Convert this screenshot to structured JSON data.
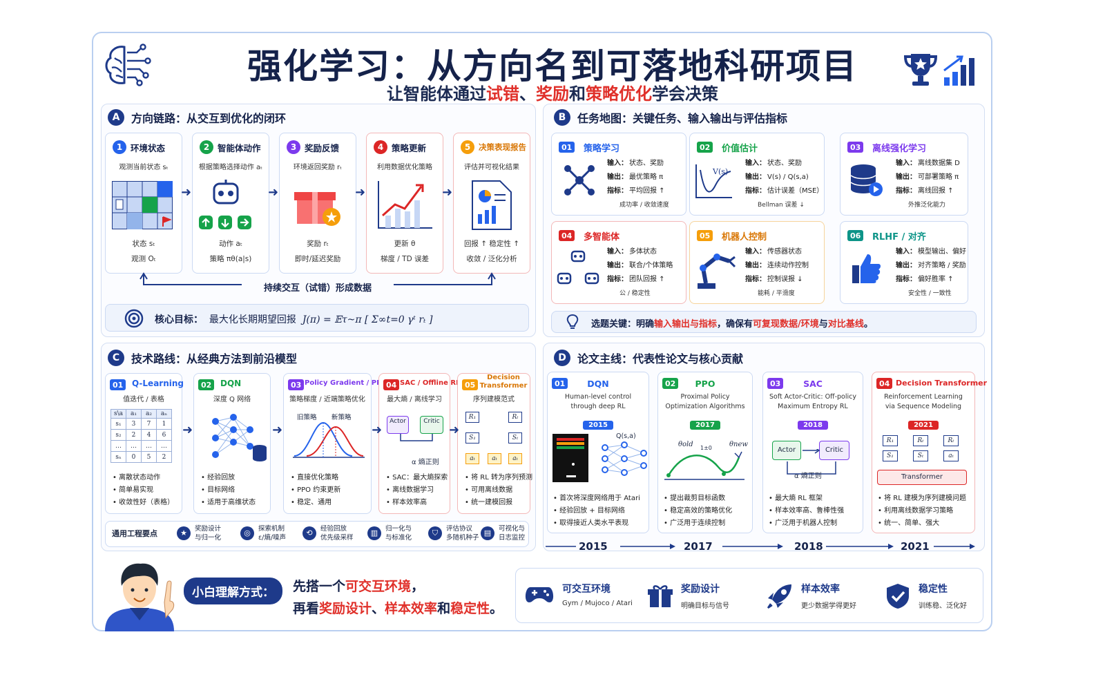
{
  "header": {
    "title": "强化学习：从方向名到可落地科研项目",
    "sub_pre": "让智能体通过",
    "sub_a": "试错",
    "sub_sep1": "、",
    "sub_b": "奖励",
    "sub_mid": "和",
    "sub_c": "策略优化",
    "sub_post": "学会决策"
  },
  "A": {
    "badge": "A",
    "title": "方向链路：从交互到优化的闭环",
    "steps": [
      {
        "n": "1",
        "title": "环境状态",
        "sub": "观测当前状态 sₜ",
        "b1": "状态 sₜ",
        "b2": "观测 Oₜ",
        "color": "#2563eb"
      },
      {
        "n": "2",
        "title": "智能体动作",
        "sub": "根据策略选择动作 aₜ",
        "b1": "动作 aₜ",
        "b2": "策略 πθ(a|s)",
        "color": "#16a34a"
      },
      {
        "n": "3",
        "title": "奖励反馈",
        "sub": "环境返回奖励 rₜ",
        "b1": "奖励 rₜ",
        "b2": "即时/延迟奖励",
        "color": "#7c3aed"
      },
      {
        "n": "4",
        "title": "策略更新",
        "sub": "利用数据优化策略",
        "b1": "更新 θ",
        "b2": "梯度 / TD 误差",
        "color": "#dc2626"
      },
      {
        "n": "5",
        "title": "决策表现报告",
        "sub": "评估并可视化结果",
        "b1": "回报 ↑    稳定性 ↑",
        "b2": "收敛 / 泛化分析",
        "color": "#f59e0b"
      }
    ],
    "loop": "持续交互（试错）形成数据",
    "goal_label": "核心目标：",
    "goal_text": "最大化长期期望回报",
    "goal_formula": "J(π) = 𝔼τ~π [ Σ∞t=0 γᵗ rₜ ]"
  },
  "B": {
    "badge": "B",
    "title": "任务地图：关键任务、输入输出与评估指标",
    "tasks": [
      {
        "num": "01",
        "name": "策略学习",
        "in": "状态、奖励",
        "out": "最优策略 π",
        "metric": "平均回报 ↑",
        "extra": "成功率 / 收敛速度",
        "color": "#2563eb"
      },
      {
        "num": "02",
        "name": "价值估计",
        "in": "状态、奖励",
        "out": "V(s) / Q(s,a)",
        "metric": "估计误差（MSE）",
        "extra": "Bellman 误差 ↓",
        "color": "#16a34a"
      },
      {
        "num": "03",
        "name": "离线强化学习",
        "in": "离线数据集 D",
        "out": "可部署策略 π",
        "metric": "离线回报 ↑",
        "extra": "外推泛化能力",
        "color": "#7c3aed"
      },
      {
        "num": "04",
        "name": "多智能体",
        "in": "多体状态",
        "out": "联合/个体策略",
        "metric": "团队回报 ↑",
        "extra": "公 / 稳定性",
        "color": "#dc2626"
      },
      {
        "num": "05",
        "name": "机器人控制",
        "in": "传感器状态",
        "out": "连续动作控制",
        "metric": "控制误报 ↓",
        "extra": "能耗 / 平滑度",
        "color": "#f59e0b"
      },
      {
        "num": "06",
        "name": "RLHF / 对齐",
        "in": "模型输出、偏好",
        "out": "对齐策略 / 奖励",
        "metric": "偏好胜率 ↑",
        "extra": "安全性 / 一致性",
        "color": "#0d9488"
      }
    ],
    "labels": {
      "in": "输入：",
      "out": "输出：",
      "metric": "指标："
    },
    "key_pre": "选题关键：明确",
    "key_a": "输入输出与指标",
    "key_mid": "，确保有",
    "key_b": "可复现数据/环境",
    "key_mid2": "与",
    "key_c": "对比基线",
    "key_end": "。"
  },
  "C": {
    "badge": "C",
    "title": "技术路线：从经典方法到前沿模型",
    "routes": [
      {
        "num": "01",
        "name": "Q-Learning",
        "sub": "值迭代 / 表格",
        "b": [
          "离散状态动作",
          "简单易实现",
          "收敛性好（表格）"
        ],
        "color": "#2563eb"
      },
      {
        "num": "02",
        "name": "DQN",
        "sub": "深度 Q 网络",
        "b": [
          "经验回放",
          "目标网络",
          "适用于高维状态"
        ],
        "color": "#16a34a"
      },
      {
        "num": "03",
        "name": "Policy Gradient / PPO",
        "sub": "策略梯度 / 近端策略优化",
        "b": [
          "直接优化策略",
          "PPO 约束更新",
          "稳定、通用"
        ],
        "color": "#7c3aed"
      },
      {
        "num": "04",
        "name": "SAC / Offline RL",
        "sub": "最大熵 / 离线学习",
        "b": [
          "SAC：最大熵探索",
          "离线数据学习",
          "样本效率高"
        ],
        "color": "#dc2626"
      },
      {
        "num": "05",
        "name": "Decision Transformer",
        "sub": "序列建模范式",
        "b": [
          "将 RL 转为序列预测",
          "可用离线数据",
          "统一建模回报"
        ],
        "color": "#f59e0b"
      }
    ],
    "table": {
      "head": [
        "s\\a",
        "a₁",
        "a₂",
        "aₙ"
      ],
      "rows": [
        [
          "s₁",
          "3",
          "7",
          "1"
        ],
        [
          "s₂",
          "2",
          "4",
          "6"
        ],
        [
          "…",
          "…",
          "…",
          "…"
        ],
        [
          "sₙ",
          "0",
          "5",
          "2"
        ]
      ]
    },
    "pg_old": "旧策略",
    "pg_new": "新策略",
    "actor": "Actor",
    "critic": "Critic",
    "entropy": "α  熵正则",
    "eng_label": "通用工程要点",
    "eng": [
      {
        "a": "奖励设计",
        "b": "与归一化"
      },
      {
        "a": "探索机制",
        "b": "ε/熵/噪声"
      },
      {
        "a": "经验回放",
        "b": "优先级采样"
      },
      {
        "a": "归一化与",
        "b": "与标准化"
      },
      {
        "a": "评估协议",
        "b": "多随机种子"
      },
      {
        "a": "可视化与",
        "b": "日志监控"
      }
    ]
  },
  "D": {
    "badge": "D",
    "title": "论文主线：代表性论文与核心贡献",
    "papers": [
      {
        "num": "01",
        "name": "DQN",
        "sub1": "Human-level control",
        "sub2": "through deep RL",
        "year": "2015",
        "b": [
          "首次将深度网络用于 Atari",
          "经验回放 + 目标网络",
          "取得接近人类水平表现"
        ],
        "color": "#2563eb"
      },
      {
        "num": "02",
        "name": "PPO",
        "sub1": "Proximal Policy",
        "sub2": "Optimization Algorithms",
        "year": "2017",
        "b": [
          "提出裁剪目标函数",
          "稳定高效的策略优化",
          "广泛用于连续控制"
        ],
        "color": "#16a34a"
      },
      {
        "num": "03",
        "name": "SAC",
        "sub1": "Soft Actor-Critic: Off-policy",
        "sub2": "Maximum Entropy RL",
        "year": "2018",
        "b": [
          "最大熵 RL 框架",
          "样本效率高、鲁棒性强",
          "广泛用于机器人控制"
        ],
        "color": "#7c3aed"
      },
      {
        "num": "04",
        "name": "Decision Transformer",
        "sub1": "Reinforcement Learning",
        "sub2": "via Sequence Modeling",
        "year": "2021",
        "b": [
          "将 RL 建模为序列建模问题",
          "利用离线数据学习策略",
          "统一、简单、强大"
        ],
        "color": "#dc2626"
      }
    ],
    "qsa": "Q(s,a)",
    "theta_old": "θold",
    "theta_new": "θnew",
    "clip": "1±0",
    "transformer": "Transformer",
    "timeline": [
      "2015",
      "2017",
      "2018",
      "2021"
    ]
  },
  "bottom": {
    "label": "小白理解方式：",
    "l1_pre": "先搭一个",
    "l1_red": "可交互环境",
    "l1_end": "，",
    "l2_pre": "再看",
    "l2_a": "奖励设计",
    "l2_s": "、",
    "l2_b": "样本效率",
    "l2_m": "和",
    "l2_c": "稳定性",
    "l2_end": "。",
    "features": [
      {
        "t": "可交互环境",
        "s": "Gym / Mujoco / Atari",
        "icon": "gamepad-icon"
      },
      {
        "t": "奖励设计",
        "s": "明确目标与信号",
        "icon": "gift-icon"
      },
      {
        "t": "样本效率",
        "s": "更少数据学得更好",
        "icon": "rocket-icon"
      },
      {
        "t": "稳定性",
        "s": "训练稳、泛化好",
        "icon": "shield-check-icon"
      }
    ]
  }
}
